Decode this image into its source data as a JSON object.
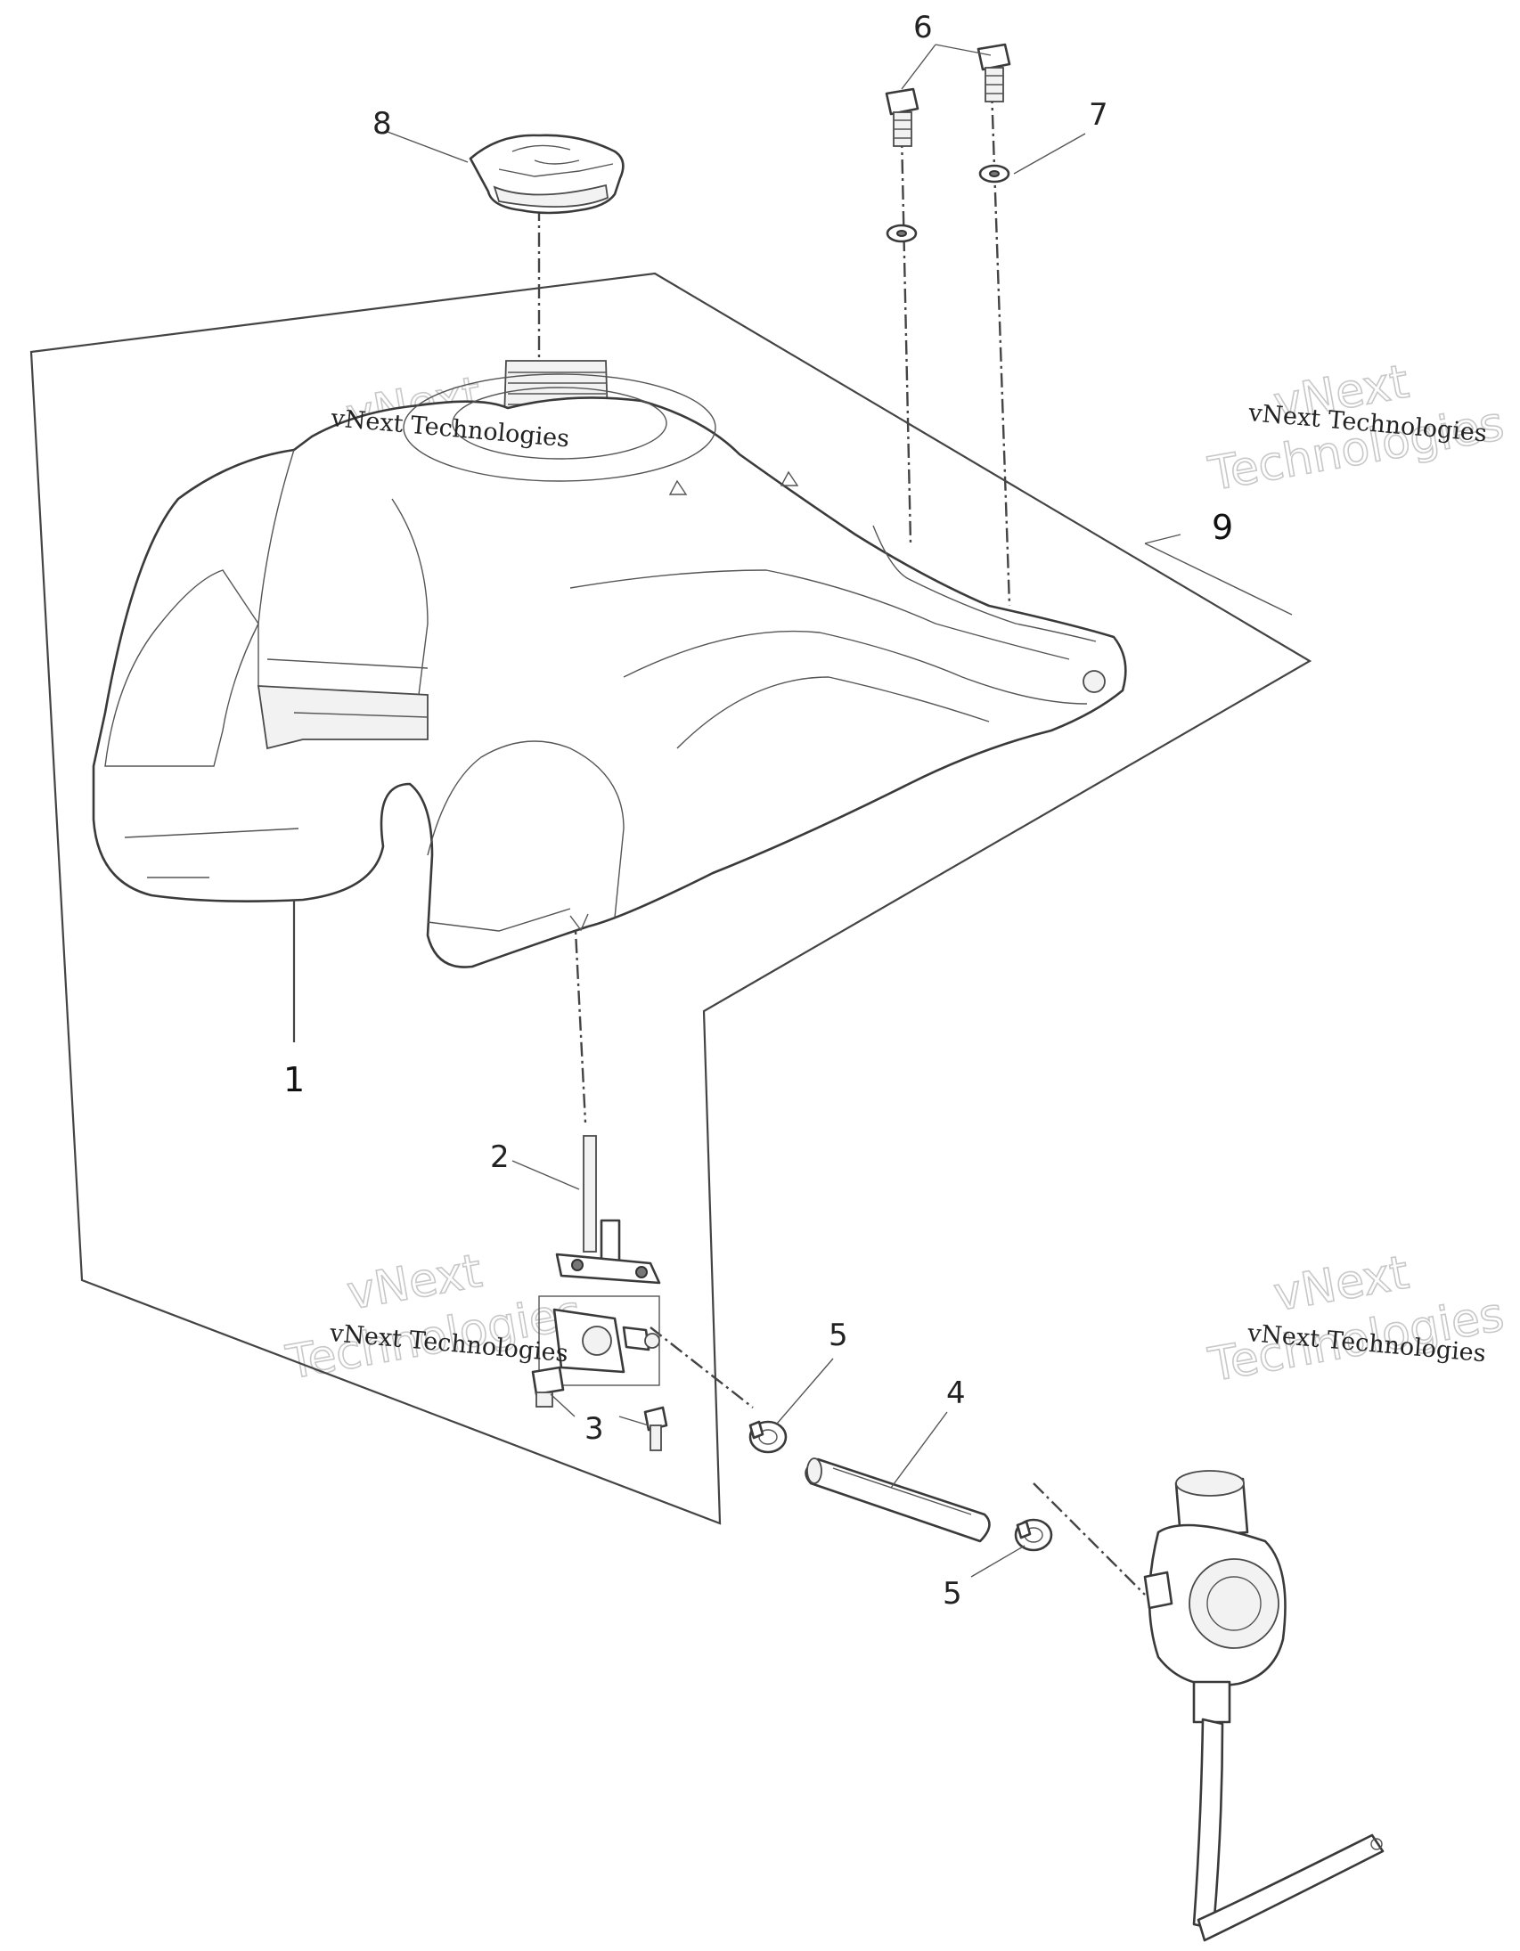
{
  "callouts": {
    "c1": "1",
    "c2": "2",
    "c3": "3",
    "c4": "4",
    "c5a": "5",
    "c5b": "5",
    "c6": "6",
    "c7": "7",
    "c8": "8",
    "c9": "9"
  },
  "watermarks": {
    "company_line": "vNext Technologies",
    "big_line1": "vNext",
    "big_line2": "Technologies"
  }
}
